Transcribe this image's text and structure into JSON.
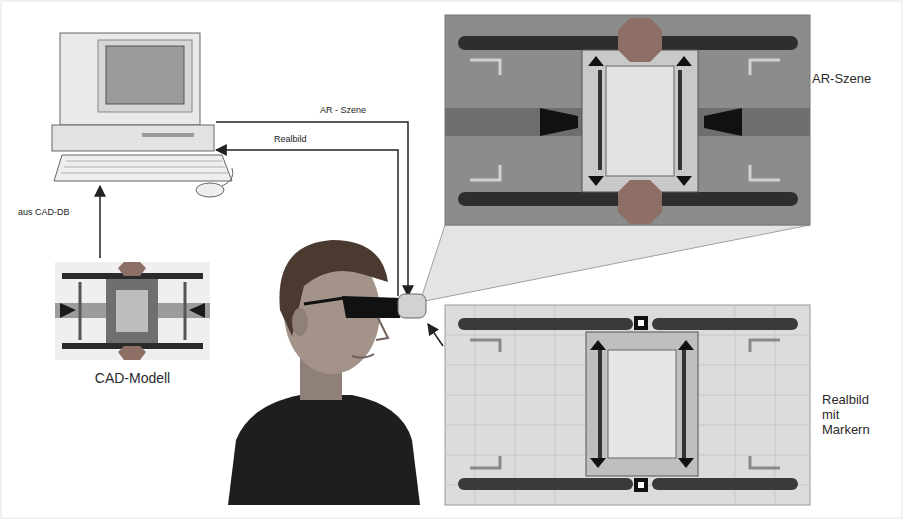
{
  "diagram": {
    "nodes": [
      {
        "text": [
          "AR-Szene"
        ]
      },
      {
        "text": [
          "CAD-Modell"
        ]
      },
      {
        "text": [
          "Realbild mit Markern"
        ]
      }
    ],
    "labels": [
      "AR - Szene",
      "Realbild",
      "aus CAD-DB"
    ]
  }
}
